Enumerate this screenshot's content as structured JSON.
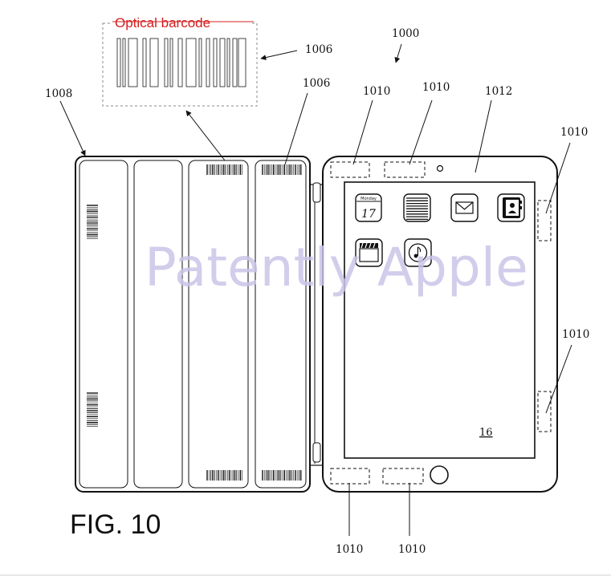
{
  "figure_label": "FIG. 10",
  "barcode_label": "Optical barcode",
  "watermark": "Patently Apple",
  "device_screen_number": "16",
  "calendar_day": "17",
  "calendar_header": "Monday",
  "references": {
    "r1000": "1000",
    "r1006_top": "1006",
    "r1006_cover": "1006",
    "r1008": "1008",
    "r1010_a": "1010",
    "r1010_b": "1010",
    "r1010_c": "1010",
    "r1010_d": "1010",
    "r1010_e": "1010",
    "r1010_f": "1010",
    "r1012": "1012"
  }
}
